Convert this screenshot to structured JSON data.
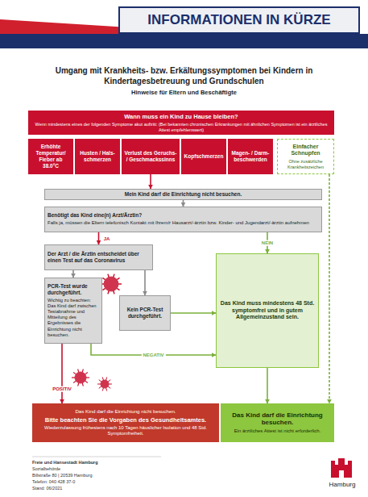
{
  "diagram": {
    "title": "Umgang mit Krankheits- bzw. Erkältungssymptomen bei Kindern in Kindertagesbetreuung und Grundschulen",
    "nodes": [
      {
        "text": [
          "Wann muss ein Kind zu Hause bleiben?",
          "Wenn mindestens eines der folgenden Symptome akut auftritt: (Bei bekannten chronischen Erkrankungen mit ähnlichen Symptomen ist ein ärztliches Attest empfehlenswert)"
        ]
      },
      {
        "text": [
          "Erhöhte Temperatur/ Fieber ab 38.0°C"
        ]
      },
      {
        "text": [
          "Husten / Hals-schmerzen"
        ]
      },
      {
        "text": [
          "Verlust des Geruchs- / Geschmackssinns"
        ]
      },
      {
        "text": [
          "Kopfschmerzen"
        ]
      },
      {
        "text": [
          "Magen- / Darm-beschwerden"
        ]
      },
      {
        "text": [
          "Einfacher Schnupfen",
          "Ohne zusätzliche Krankheitszeichen"
        ]
      },
      {
        "text": [
          "Mein Kind darf die Einrichtung nicht besuchen."
        ]
      },
      {
        "text": [
          "Benötigt das Kind eine(n) Arzt/Ärztin?",
          "Falls ja, müssen die Eltern telefonisch Kontakt mit Ihrem/r Hausarzt/-ärztin bzw. Kinder- und Jugendarzt/-ärztin aufnehmen"
        ]
      },
      {
        "text": [
          "Der Arzt / die Ärztin entscheidet über einen Test auf das Coronavirus"
        ]
      },
      {
        "text": [
          "PCR-Test wurde durchgeführt.",
          "Wichtig zu beachten: Das Kind darf zwischen Testabnahme und Mitteilung des Ergebnisses die Einrichtung nicht besuchen."
        ]
      },
      {
        "text": [
          "Kein PCR-Test durchgeführt."
        ]
      },
      {
        "text": [
          "Das Kind muss mindestens 48 Std. symptomfrei und in gutem Allgemeinzustand sein."
        ]
      },
      {
        "text": [
          "Das Kind darf die Einrichtung nicht besuchen.",
          "Bitte beachten Sie die Vorgaben des Gesundheitsamtes.",
          "Wiederzulassung frühestens nach 10 Tagen häuslicher Isolation und 48 Std. Symptomfreiheit."
        ]
      },
      {
        "text": [
          "Das Kind darf die Einrichtung besuchen.",
          "Ein ärztliches Attest ist nicht erforderlich."
        ]
      }
    ],
    "edges": [
      {
        "from": 3,
        "to": 7,
        "arrow": "to"
      },
      {
        "from": 7,
        "to": 8,
        "arrow": "to"
      },
      {
        "from": 8,
        "to": 9,
        "label": "JA",
        "arrow": "to"
      },
      {
        "from": 8,
        "to": 12,
        "label": "NEIN",
        "arrow": "to"
      },
      {
        "from": 9,
        "to": 10,
        "arrow": "to"
      },
      {
        "from": 9,
        "to": 11,
        "arrow": "to"
      },
      {
        "from": 10,
        "to": 13,
        "label": "POSITIV",
        "arrow": "to"
      },
      {
        "from": 10,
        "to": 12,
        "label": "NEGATIV",
        "arrow": "to"
      },
      {
        "from": 11,
        "to": 12,
        "arrow": "to"
      },
      {
        "from": 12,
        "to": 14,
        "arrow": "to"
      },
      {
        "from": 6,
        "to": 14,
        "arrow": "to"
      }
    ],
    "labels": [
      "INFORMATIONEN IN KÜRZE",
      "Hinweise für Eltern und Beschäftigte",
      "Freie und Hansestadt Hamburg",
      "Sozialbehörde",
      "Billstraße 80 | 20539 Hamburg",
      "Telefon: 040 428 37-0",
      "Stand: 06/2021",
      "Hamburg"
    ]
  }
}
